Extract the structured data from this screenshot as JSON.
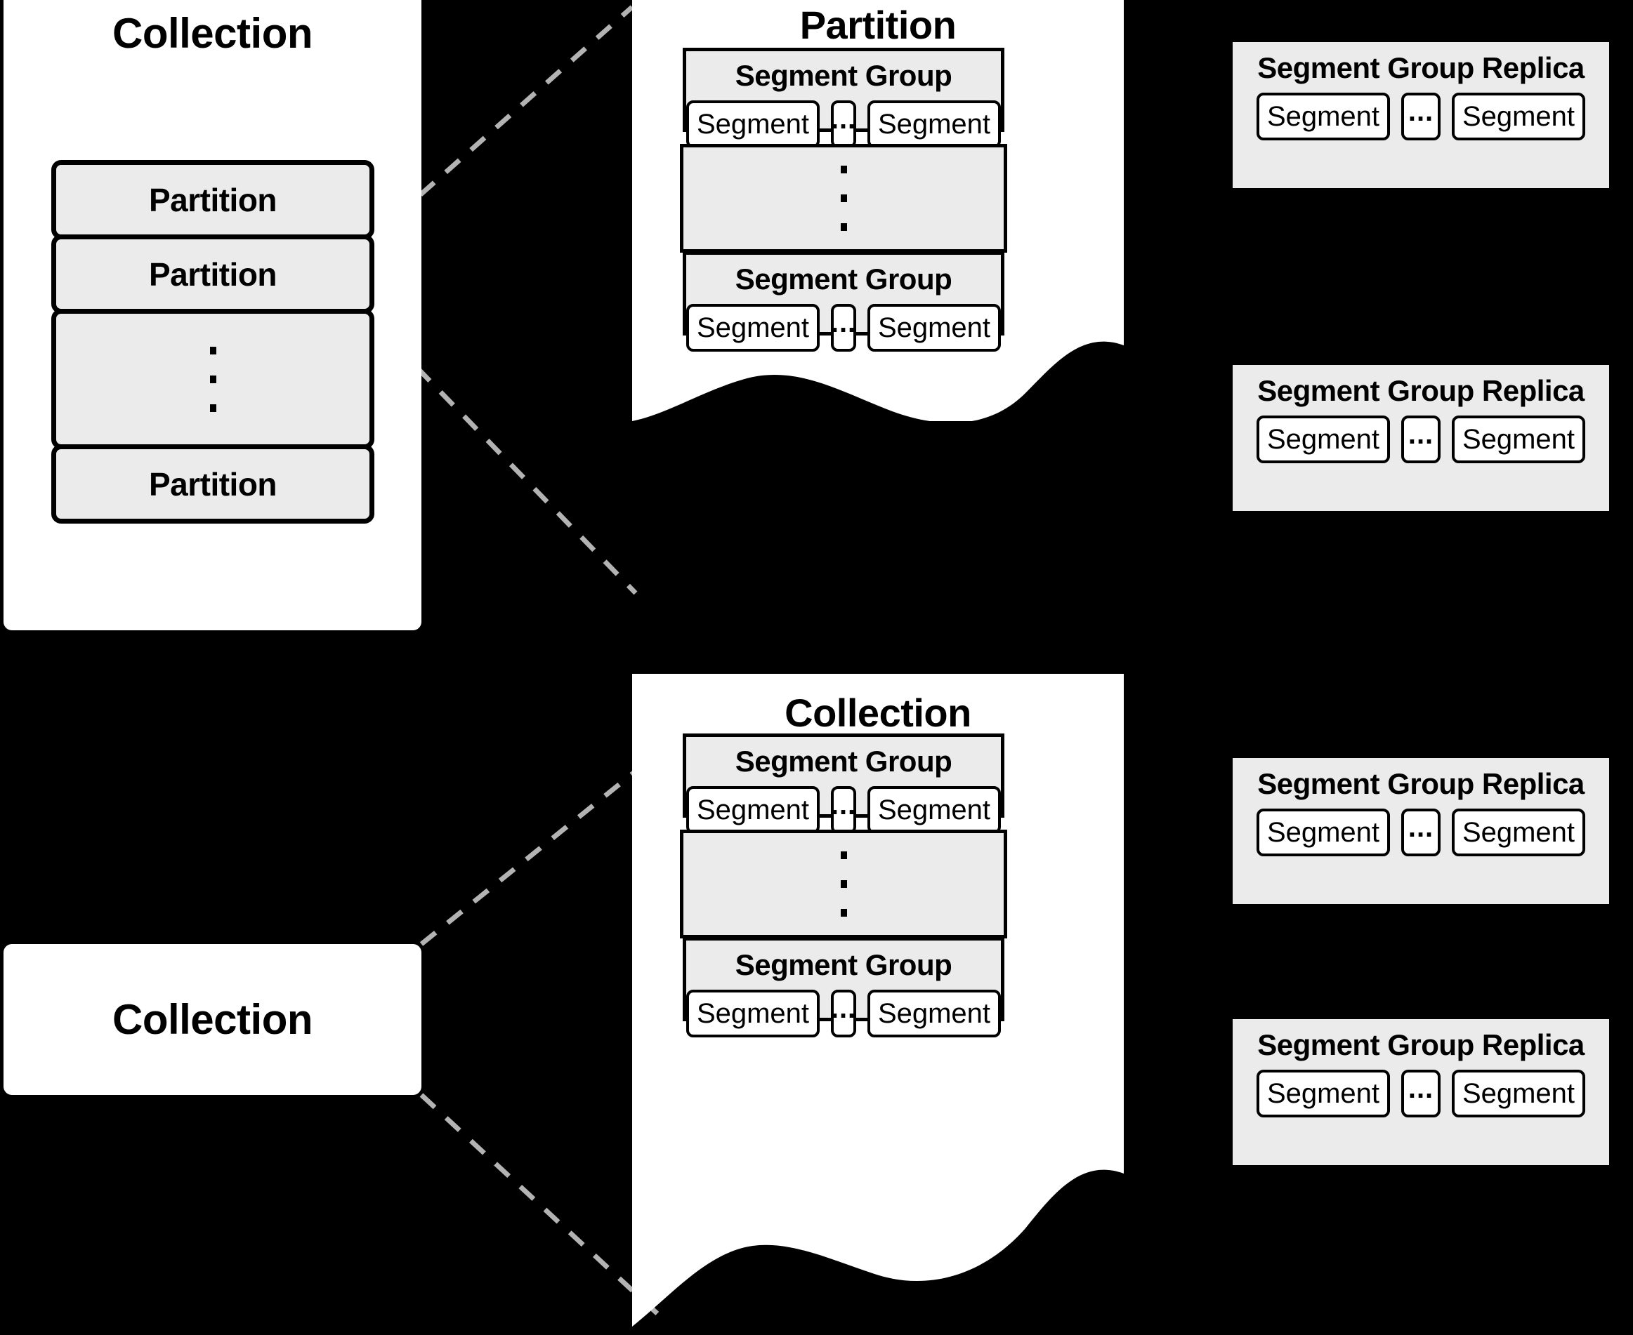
{
  "diagram": {
    "title_collection": "Collection",
    "title_partition": "Partition",
    "label_partition": "Partition",
    "label_segment_group": "Segment Group",
    "label_segment_group_replica": "Segment Group Replica",
    "label_segment": "Segment",
    "ellipsis": "...",
    "colors": {
      "background": "#000000",
      "panel": "#ffffff",
      "box_fill": "#ebebeb",
      "stroke": "#000000",
      "connector": "#b3b3b3"
    }
  },
  "collection_top": {
    "title": "Collection",
    "partitions": [
      {
        "label": "Partition",
        "kind": "item"
      },
      {
        "label": "Partition",
        "kind": "item"
      },
      {
        "label": "",
        "kind": "ellipsis"
      },
      {
        "label": "Partition",
        "kind": "item"
      }
    ]
  },
  "collection_bottom": {
    "title": "Collection"
  },
  "partition_panel": {
    "title": "Partition",
    "segment_groups": [
      {
        "title": "Segment Group",
        "segments": [
          "Segment",
          "...",
          "Segment"
        ]
      },
      {
        "kind": "ellipsis"
      },
      {
        "title": "Segment Group",
        "segments": [
          "Segment",
          "...",
          "Segment"
        ]
      }
    ]
  },
  "collection_panel": {
    "title": "Collection",
    "segment_groups": [
      {
        "title": "Segment Group",
        "segments": [
          "Segment",
          "...",
          "Segment"
        ]
      },
      {
        "kind": "ellipsis"
      },
      {
        "title": "Segment Group",
        "segments": [
          "Segment",
          "...",
          "Segment"
        ]
      }
    ]
  },
  "replicas": [
    {
      "title": "Segment Group Replica",
      "segments": [
        "Segment",
        "...",
        "Segment"
      ]
    },
    {
      "title": "Segment Group Replica",
      "segments": [
        "Segment",
        "...",
        "Segment"
      ]
    },
    {
      "title": "Segment Group Replica",
      "segments": [
        "Segment",
        "...",
        "Segment"
      ]
    },
    {
      "title": "Segment Group Replica",
      "segments": [
        "Segment",
        "...",
        "Segment"
      ]
    }
  ]
}
